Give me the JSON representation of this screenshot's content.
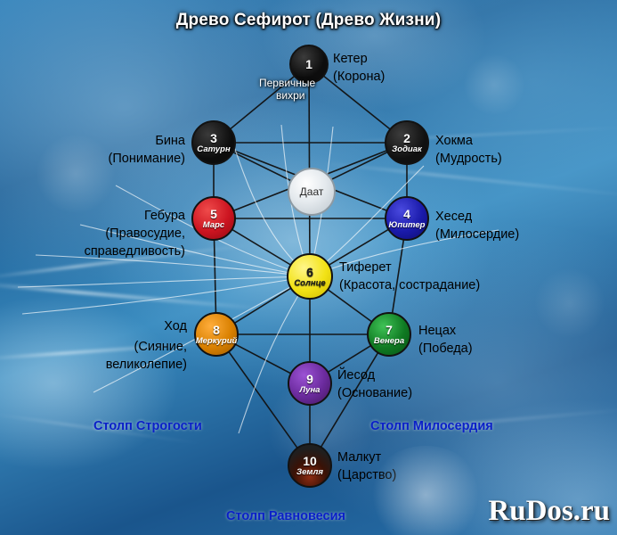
{
  "title": "Древо Сефирот (Древо Жизни)",
  "watermark": {
    "part1": "Ru",
    "part2": "Dos",
    "part3": ".ru"
  },
  "daat": {
    "label": "Даат"
  },
  "nodes": [
    {
      "num": "1",
      "planet": "",
      "color": "#0d0d0d",
      "num_color": "#ffffff",
      "pl_color": "#ffffff"
    },
    {
      "num": "2",
      "planet": "Зодиак",
      "color": "#101010",
      "num_color": "#ffffff",
      "pl_color": "#ffffff"
    },
    {
      "num": "3",
      "planet": "Сатурн",
      "color": "#0c0c0c",
      "num_color": "#ffffff",
      "pl_color": "#ffffff"
    },
    {
      "num": "4",
      "planet": "Юпитер",
      "color": "#1a1aaa",
      "num_color": "#ffffff",
      "pl_color": "#ffffff"
    },
    {
      "num": "5",
      "planet": "Марс",
      "color": "#cc1420",
      "num_color": "#ffffff",
      "pl_color": "#ffffff"
    },
    {
      "num": "6",
      "planet": "Солнце",
      "color": "#f2e215",
      "num_color": "#1a1a1a",
      "pl_color": "#1a1a1a"
    },
    {
      "num": "7",
      "planet": "Венера",
      "color": "#0f7a22",
      "num_color": "#ffffff",
      "pl_color": "#ffffff"
    },
    {
      "num": "8",
      "planet": "Меркурий",
      "color": "#d98000",
      "num_color": "#ffffff",
      "pl_color": "#ffffff"
    },
    {
      "num": "9",
      "planet": "Луна",
      "color": "#6a2a9c",
      "num_color": "#ffffff",
      "pl_color": "#ffffff"
    },
    {
      "num": "10",
      "planet": "Земля",
      "color": "#1f1f1f",
      "num_color": "#ffffff",
      "pl_color": "#ffffff"
    }
  ],
  "labels": {
    "keter_1": "Кетер",
    "keter_2": "(Корона)",
    "keter_sub_1": "Первичные",
    "keter_sub_2": "вихри",
    "hokma_1": "Хокма",
    "hokma_2": "(Мудрость)",
    "bina_1": "Бина",
    "bina_2": "(Понимание)",
    "hesed_1": "Хесед",
    "hesed_2": "(Милосердие)",
    "gebura_1": "Гебура",
    "gebura_2": "(Правосудие,",
    "gebura_3": "справедливость)",
    "tiferet_1": "Тиферет",
    "tiferet_2": "(Красота, сострадание)",
    "nezah_1": "Нецах",
    "nezah_2": "(Победа)",
    "hod_1": "Ход",
    "hod_2": "(Сияние,",
    "hod_3": "великолепие)",
    "yesod_1": "Йесод",
    "yesod_2": "(Основание)",
    "malkut_1": "Малкут",
    "malkut_2": "(Царство)"
  },
  "pillars": {
    "severity": "Столп Строгости",
    "mercy": "Столп Милосердия",
    "equilibrium": "Столп Равновесия"
  },
  "colors": {
    "pillar_text": "#0a1fc8",
    "title_text": "#ffffff",
    "label_text": "#000000"
  }
}
